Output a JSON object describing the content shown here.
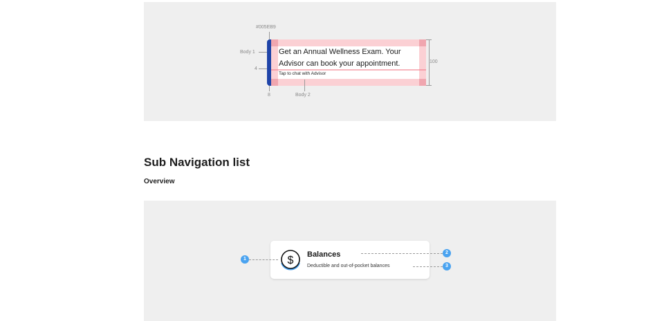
{
  "spec": {
    "color_label": "#005EB9",
    "accent_color": "#1f44a8",
    "body1_label": "Body 1",
    "body2_label": "Body 2",
    "gap_label": "4",
    "width_label": "8",
    "height_label": "100",
    "card_line1": "Get an Annual Wellness Exam. Your",
    "card_line2": "Advisor can book your appointment.",
    "card_sub": "Tap to chat with Advisor"
  },
  "section": {
    "title": "Sub Navigation list",
    "overview": "Overview"
  },
  "nav_item": {
    "title": "Balances",
    "description": "Deductible and out-of-pocket balances",
    "icon": "dollar-circle-icon",
    "icon_accent": "#4aa3f0"
  },
  "callouts": [
    "1",
    "2",
    "3"
  ]
}
